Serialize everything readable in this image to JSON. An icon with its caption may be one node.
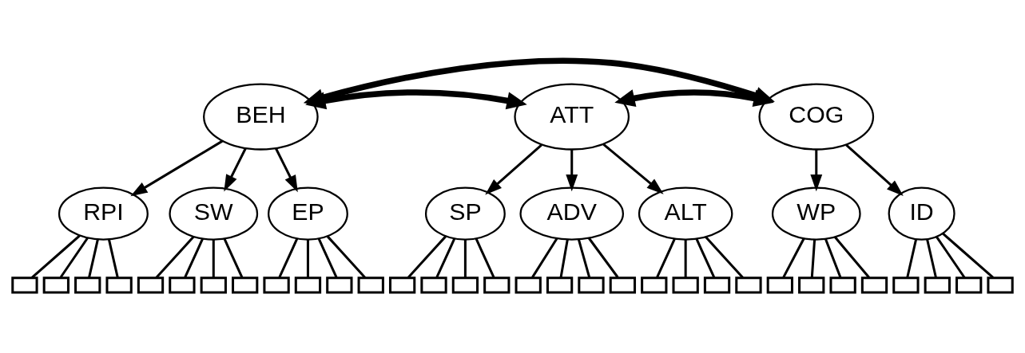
{
  "diagram": {
    "nodes": [
      {
        "text": [
          "BEH"
        ]
      },
      {
        "text": [
          "ATT"
        ]
      },
      {
        "text": [
          "COG"
        ]
      },
      {
        "text": [
          "RPI"
        ]
      },
      {
        "text": [
          "SW"
        ]
      },
      {
        "text": [
          "EP"
        ]
      },
      {
        "text": [
          "SP"
        ]
      },
      {
        "text": [
          "ADV"
        ]
      },
      {
        "text": [
          "ALT"
        ]
      },
      {
        "text": [
          "WP"
        ]
      },
      {
        "text": [
          "ID"
        ]
      },
      {
        "text": [],
        "shape": "box"
      },
      {
        "text": [],
        "shape": "box"
      },
      {
        "text": [],
        "shape": "box"
      },
      {
        "text": [],
        "shape": "box"
      },
      {
        "text": [],
        "shape": "box"
      },
      {
        "text": [],
        "shape": "box"
      },
      {
        "text": [],
        "shape": "box"
      },
      {
        "text": [],
        "shape": "box"
      },
      {
        "text": [],
        "shape": "box"
      },
      {
        "text": [],
        "shape": "box"
      },
      {
        "text": [],
        "shape": "box"
      },
      {
        "text": [],
        "shape": "box"
      },
      {
        "text": [],
        "shape": "box"
      },
      {
        "text": [],
        "shape": "box"
      },
      {
        "text": [],
        "shape": "box"
      },
      {
        "text": [],
        "shape": "box"
      },
      {
        "text": [],
        "shape": "box"
      },
      {
        "text": [],
        "shape": "box"
      },
      {
        "text": [],
        "shape": "box"
      },
      {
        "text": [],
        "shape": "box"
      },
      {
        "text": [],
        "shape": "box"
      },
      {
        "text": [],
        "shape": "box"
      },
      {
        "text": [],
        "shape": "box"
      },
      {
        "text": [],
        "shape": "box"
      },
      {
        "text": [],
        "shape": "box"
      },
      {
        "text": [],
        "shape": "box"
      },
      {
        "text": [],
        "shape": "box"
      },
      {
        "text": [],
        "shape": "box"
      },
      {
        "text": [],
        "shape": "box"
      },
      {
        "text": [],
        "shape": "box"
      },
      {
        "text": [],
        "shape": "box"
      },
      {
        "text": [],
        "shape": "box"
      }
    ],
    "edges": [
      {
        "from": 0,
        "to": 2,
        "arrow": "both",
        "style": "thick"
      },
      {
        "from": 0,
        "to": 1,
        "arrow": "both",
        "style": "thick"
      },
      {
        "from": 1,
        "to": 2,
        "arrow": "both",
        "style": "thick"
      },
      {
        "from": 0,
        "to": 3,
        "arrow": "to"
      },
      {
        "from": 0,
        "to": 4,
        "arrow": "to"
      },
      {
        "from": 0,
        "to": 5,
        "arrow": "to"
      },
      {
        "from": 1,
        "to": 6,
        "arrow": "to"
      },
      {
        "from": 1,
        "to": 7,
        "arrow": "to"
      },
      {
        "from": 1,
        "to": 8,
        "arrow": "to"
      },
      {
        "from": 2,
        "to": 9,
        "arrow": "to"
      },
      {
        "from": 2,
        "to": 10,
        "arrow": "to"
      },
      {
        "from": 3,
        "to": 11,
        "arrow": "none"
      },
      {
        "from": 3,
        "to": 12,
        "arrow": "none"
      },
      {
        "from": 3,
        "to": 13,
        "arrow": "none"
      },
      {
        "from": 3,
        "to": 14,
        "arrow": "none"
      },
      {
        "from": 4,
        "to": 15,
        "arrow": "none"
      },
      {
        "from": 4,
        "to": 16,
        "arrow": "none"
      },
      {
        "from": 4,
        "to": 17,
        "arrow": "none"
      },
      {
        "from": 4,
        "to": 18,
        "arrow": "none"
      },
      {
        "from": 5,
        "to": 19,
        "arrow": "none"
      },
      {
        "from": 5,
        "to": 20,
        "arrow": "none"
      },
      {
        "from": 5,
        "to": 21,
        "arrow": "none"
      },
      {
        "from": 5,
        "to": 22,
        "arrow": "none"
      },
      {
        "from": 6,
        "to": 23,
        "arrow": "none"
      },
      {
        "from": 6,
        "to": 24,
        "arrow": "none"
      },
      {
        "from": 6,
        "to": 25,
        "arrow": "none"
      },
      {
        "from": 6,
        "to": 26,
        "arrow": "none"
      },
      {
        "from": 7,
        "to": 27,
        "arrow": "none"
      },
      {
        "from": 7,
        "to": 28,
        "arrow": "none"
      },
      {
        "from": 7,
        "to": 29,
        "arrow": "none"
      },
      {
        "from": 7,
        "to": 30,
        "arrow": "none"
      },
      {
        "from": 8,
        "to": 31,
        "arrow": "none"
      },
      {
        "from": 8,
        "to": 32,
        "arrow": "none"
      },
      {
        "from": 8,
        "to": 33,
        "arrow": "none"
      },
      {
        "from": 8,
        "to": 34,
        "arrow": "none"
      },
      {
        "from": 9,
        "to": 35,
        "arrow": "none"
      },
      {
        "from": 9,
        "to": 36,
        "arrow": "none"
      },
      {
        "from": 9,
        "to": 37,
        "arrow": "none"
      },
      {
        "from": 9,
        "to": 38,
        "arrow": "none"
      },
      {
        "from": 10,
        "to": 39,
        "arrow": "none"
      },
      {
        "from": 10,
        "to": 40,
        "arrow": "none"
      },
      {
        "from": 10,
        "to": 41,
        "arrow": "none"
      },
      {
        "from": 10,
        "to": 42,
        "arrow": "none"
      }
    ]
  }
}
